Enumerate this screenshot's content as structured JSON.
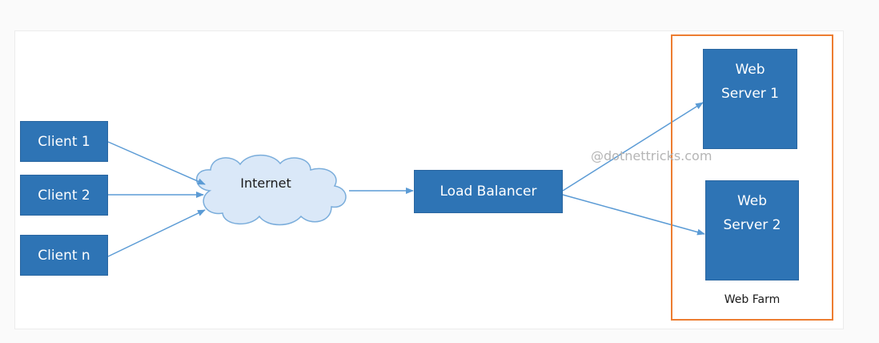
{
  "clients": [
    {
      "label": "Client 1"
    },
    {
      "label": "Client 2"
    },
    {
      "label": "Client n"
    }
  ],
  "internet": {
    "label": "Internet"
  },
  "load_balancer": {
    "label": "Load Balancer"
  },
  "servers": [
    {
      "line1": "Web",
      "line2": "Server 1"
    },
    {
      "line1": "Web",
      "line2": "Server 2"
    }
  ],
  "web_farm": {
    "label": "Web Farm"
  },
  "watermark": "@dotnettricks.com",
  "colors": {
    "node_fill": "#2e74b5",
    "cloud_fill": "#dae8f8",
    "cloud_stroke": "#7aaddb",
    "arrow": "#5b9bd5",
    "farm_border": "#ed7d31"
  }
}
